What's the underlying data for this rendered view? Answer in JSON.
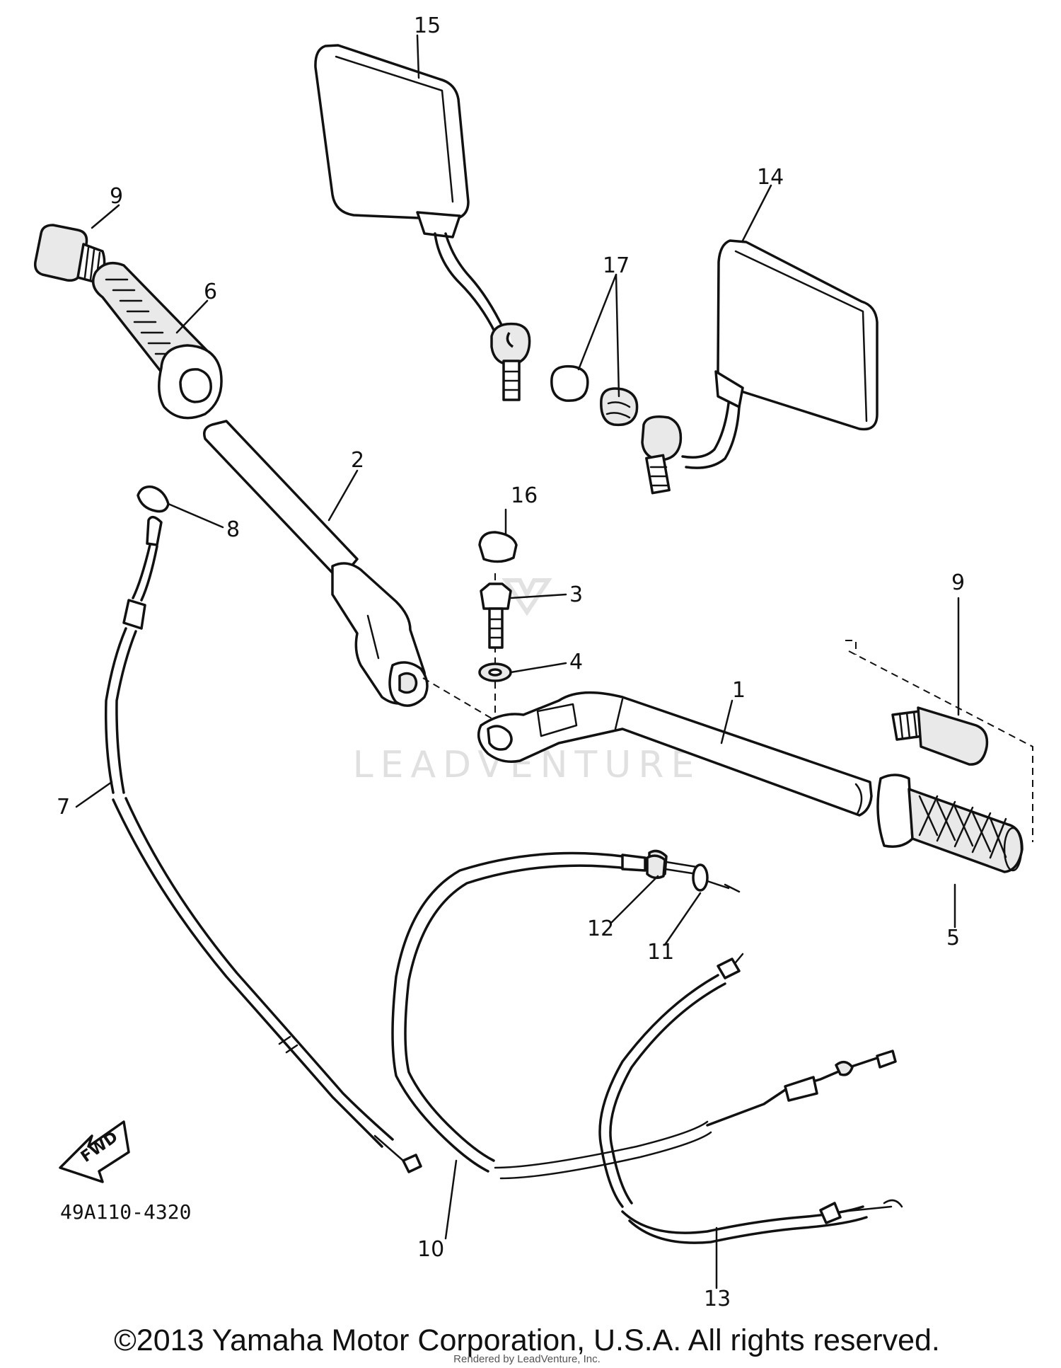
{
  "callouts": {
    "c1": "1",
    "c2": "2",
    "c3": "3",
    "c4": "4",
    "c5": "5",
    "c6": "6",
    "c7": "7",
    "c8": "8",
    "c9a": "9",
    "c9b": "9",
    "c10": "10",
    "c11": "11",
    "c12": "12",
    "c13": "13",
    "c14": "14",
    "c15": "15",
    "c16": "16",
    "c17": "17"
  },
  "part_number": "49A110-4320",
  "fwd_label": "FWD",
  "watermark": "LEADVENTURE",
  "copyright": "©2013 Yamaha Motor Corporation, U.S.A. All rights reserved.",
  "rendered_by": "Rendered by LeadVenture, Inc."
}
